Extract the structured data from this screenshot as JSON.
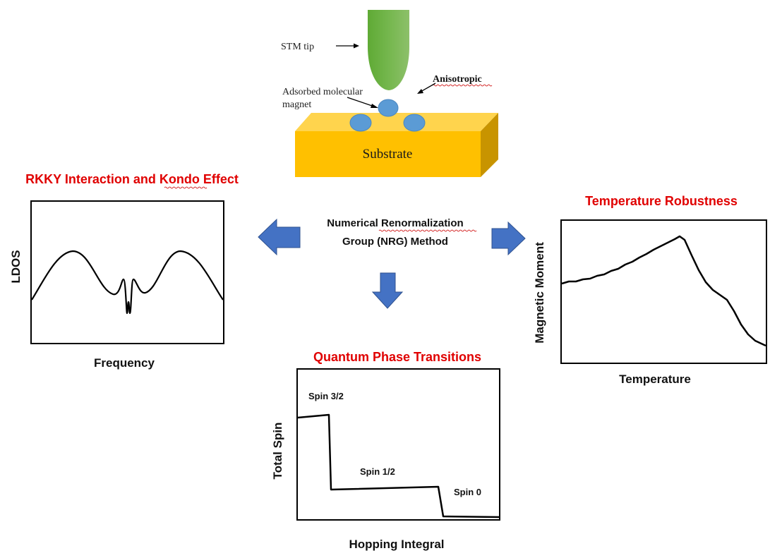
{
  "stm": {
    "tip_label": "STM tip",
    "anisotropic_label": "Anisotropic",
    "molecule_label_line1": "Adsorbed molecular",
    "molecule_label_line2": "magnet",
    "substrate_label": "Substrate"
  },
  "center": {
    "method_line1": "Numerical Renormalization",
    "method_line2": "Group (NRG) Method"
  },
  "panels": {
    "rkky": {
      "title": "RKKY Interaction and Kondo Effect",
      "xlabel": "Frequency",
      "ylabel": "LDOS"
    },
    "temperature": {
      "title": "Temperature Robustness",
      "xlabel": "Temperature",
      "ylabel": "Magnetic Moment"
    },
    "quantum": {
      "title": "Quantum Phase Transitions",
      "xlabel": "Hopping Integral",
      "ylabel": "Total Spin",
      "spin_labels": [
        "Spin 3/2",
        "Spin 1/2",
        "Spin 0"
      ]
    }
  },
  "colors": {
    "title_red": "#e00000",
    "arrow_blue": "#4472c4",
    "tip_green": "#70ad47",
    "substrate_gold": "#ffc000",
    "molecule_blue": "#5b9bd5",
    "squiggle": "#cc0000"
  }
}
